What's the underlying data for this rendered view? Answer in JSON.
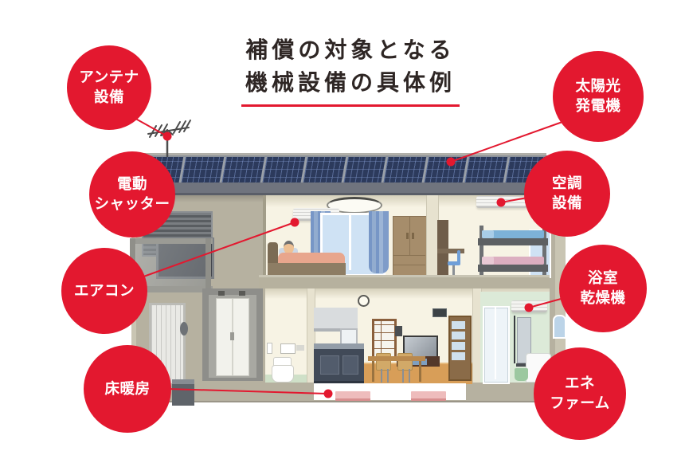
{
  "title": {
    "line1": "補償の対象となる",
    "line2": "機械設備の具体例"
  },
  "colors": {
    "accent_red": "#e3182f",
    "title_text": "#2e2624",
    "label_text": "#ffffff",
    "wall_beige": "#b6b1a0",
    "interior_cream": "#f7f3e4",
    "bathroom_green": "#dcead8",
    "solar_panel_navy": "#2c3a5c"
  },
  "labels": {
    "antenna": {
      "line1": "アンテナ",
      "line2": "設備"
    },
    "solar": {
      "line1": "太陽光",
      "line2": "発電機"
    },
    "shutter": {
      "line1": "電動",
      "line2": "シャッター"
    },
    "aircon": {
      "line1": "エアコン",
      "line2": ""
    },
    "floor_heating": {
      "line1": "床暖房",
      "line2": ""
    },
    "hvac": {
      "line1": "空調",
      "line2": "設備"
    },
    "bath_dryer": {
      "line1": "浴室",
      "line2": "乾燥機"
    },
    "enefarm": {
      "line1": "エネ",
      "line2": "ファーム"
    }
  }
}
